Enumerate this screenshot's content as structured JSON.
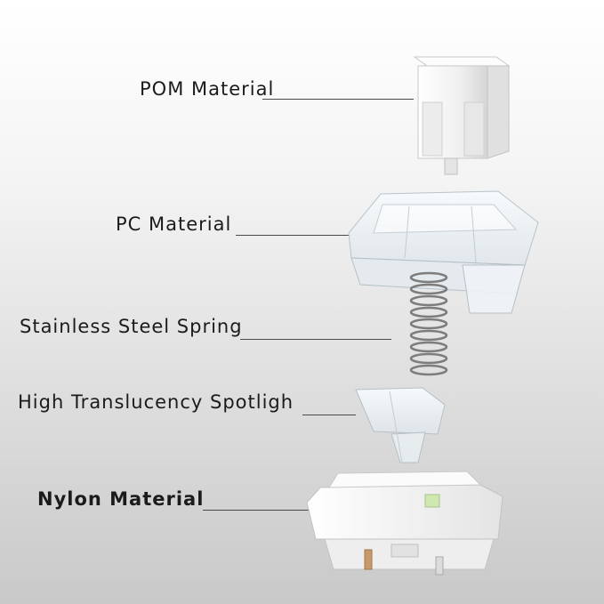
{
  "labels": {
    "pom": "POM Material",
    "pc": "PC Material",
    "spring": "Stainless Steel Spring",
    "spotlight": "High Translucency Spotligh",
    "nylon": "Nylon Material"
  },
  "colors": {
    "leader": "#4a4a4a",
    "stem": "#f2f2f2",
    "housing_clear": "#e8eef2",
    "spring_metal": "#8a8a8a",
    "nylon": "#f7f7f7",
    "leaf_green": "#cfe8b0",
    "pin_copper": "#c89a6a"
  }
}
